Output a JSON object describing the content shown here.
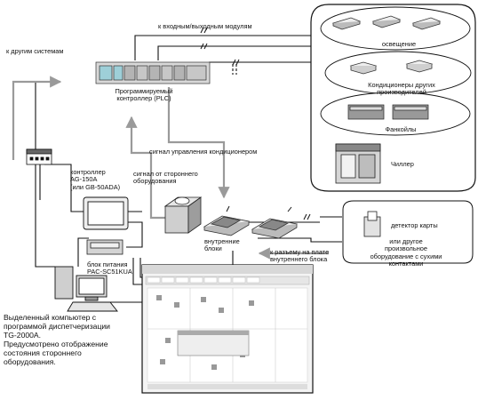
{
  "labels": {
    "to_io_modules": "к входным/выходным модулям",
    "to_other_systems": "к другим системам",
    "plc": "Программируемый\nконтроллер (PLC)",
    "lighting": "освещение",
    "other_ac": "Кондиционеры других\nпроизводителей",
    "fancoils": "Фанкойлы",
    "chiller": "Чиллер",
    "ac_control_signal": "сигнал управления кондиционером",
    "third_party_signal": "сигнал от стороннего\nоборудования",
    "controller": "контроллер\nAG-150A\n(или GB-50ADA)",
    "indoor_units": "внутренние\nблоки",
    "to_connector": "к разъему на плате\nвнутреннего блока",
    "card_detector": "детектор карты",
    "dry_contacts": "или другое произвольное\nоборудование с сухими\nконтактами",
    "power_block": "блок питания\nPAC-SC51KUA",
    "dispatch_pc": "Выделенный компьютер с\nпрограммой диспетчеризации\nTG-2000A.\nПредусмотрено отображение\nсостояния стороннего\nоборудования."
  },
  "colors": {
    "arrow_gray": "#9a9a9a",
    "line_black": "#111111",
    "screen_bg": "#f4f4f4"
  }
}
